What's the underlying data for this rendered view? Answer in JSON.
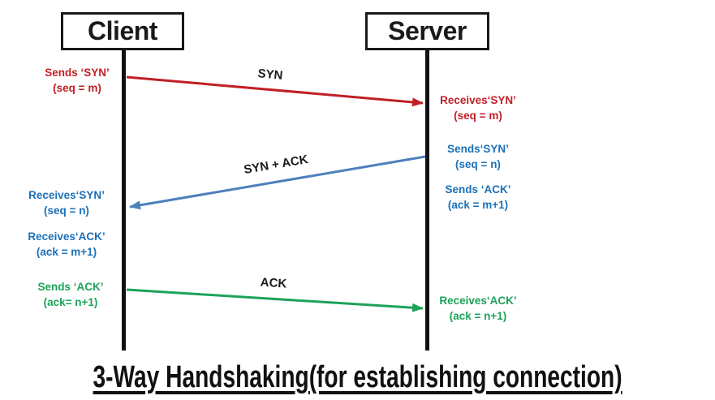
{
  "diagram": {
    "title": "3-Way Handshaking(for establishing connection)",
    "actors": {
      "client": {
        "label": "Client"
      },
      "server": {
        "label": "Server"
      }
    },
    "messages": {
      "syn": {
        "label": "SYN",
        "from": "client",
        "to": "server",
        "color": "#c01f26"
      },
      "synack": {
        "label": "SYN + ACK",
        "from": "server",
        "to": "client",
        "color": "#4d80bd"
      },
      "ack": {
        "label": "ACK",
        "from": "client",
        "to": "server",
        "color": "#1ca35a"
      }
    },
    "annotations": {
      "client_sends_syn": {
        "line1": "Sends ‘SYN’",
        "line2": "(seq = m)",
        "color": "#c01f26"
      },
      "server_receives_syn": {
        "line1": "Receives‘SYN’",
        "line2": "(seq = m)",
        "color": "#c01f26"
      },
      "server_sends_syn": {
        "line1": "Sends‘SYN’",
        "line2": "(seq = n)",
        "color": "#1c70b8"
      },
      "server_sends_ack": {
        "line1": "Sends ‘ACK’",
        "line2": "(ack = m+1)",
        "color": "#1c70b8"
      },
      "client_receives_syn": {
        "line1": "Receives‘SYN’",
        "line2": "(seq = n)",
        "color": "#1c70b8"
      },
      "client_receives_ack": {
        "line1": "Receives‘ACK’",
        "line2": "(ack = m+1)",
        "color": "#1c70b8"
      },
      "client_sends_ack": {
        "line1": "Sends ‘ACK’",
        "line2": "(ack= n+1)",
        "color": "#1ca35a"
      },
      "server_receives_ack": {
        "line1": "Receives‘ACK’",
        "line2": "(ack = n+1)",
        "color": "#1ca35a"
      }
    }
  }
}
